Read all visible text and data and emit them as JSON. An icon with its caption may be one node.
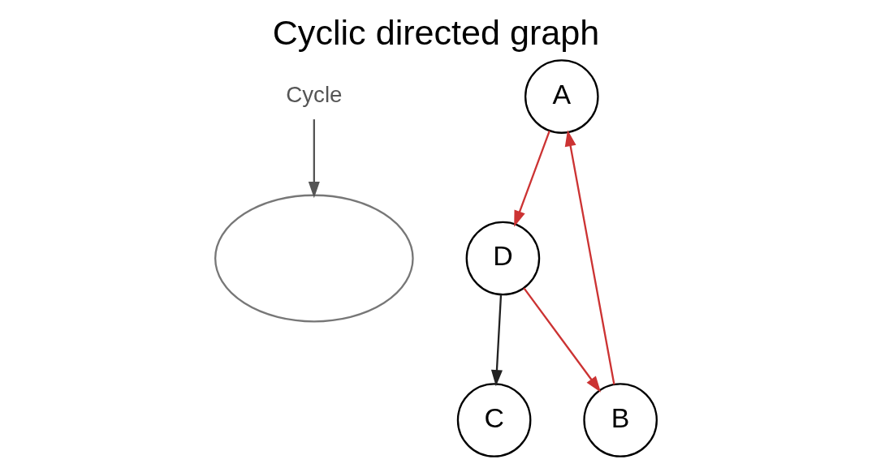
{
  "diagram": {
    "title": "Cyclic directed graph",
    "nodes": [
      {
        "text": [
          "Cycle"
        ]
      },
      {
        "text": [
          "A"
        ]
      },
      {
        "text": [
          "C"
        ]
      },
      {
        "text": [],
        "shape": "ellipse"
      },
      {
        "text": [
          "B"
        ]
      },
      {
        "text": [
          "D"
        ]
      }
    ],
    "edges": [
      {
        "from": 0,
        "to": 3,
        "arrow": "to",
        "color": "#555555"
      },
      {
        "from": 4,
        "to": 1,
        "arrow": "to"
      },
      {
        "from": 1,
        "to": 5,
        "arrow": "to"
      },
      {
        "from": 5,
        "to": 4,
        "arrow": "to"
      },
      {
        "from": 5,
        "to": 2,
        "arrow": "to",
        "color": "#222222"
      }
    ]
  }
}
